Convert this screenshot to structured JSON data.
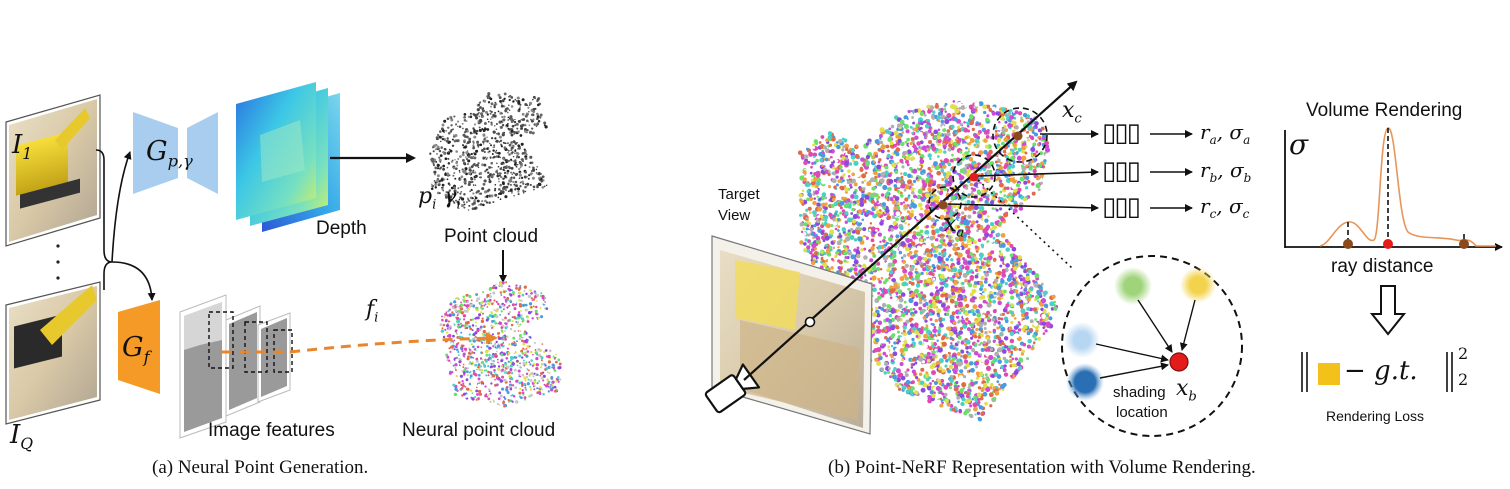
{
  "left_panel": {
    "input_image_top": "I",
    "input_image_top_sub": "1",
    "input_image_bottom": "I",
    "input_image_bottom_sub": "Q",
    "generator_p": "G",
    "generator_p_sub": "p,γ",
    "generator_f": "G",
    "generator_f_sub": "f",
    "depth_label": "Depth",
    "point_cloud_label": "Point cloud",
    "point_attrs_p": "p",
    "point_attrs_p_sub": "i",
    "point_attrs_gamma": "γ",
    "point_attrs_gamma_sub": "i",
    "feature_symbol": "f",
    "feature_symbol_sub": "i",
    "image_features_label": "Image features",
    "neural_point_cloud_label": "Neural point cloud",
    "caption": "(a) Neural Point Generation."
  },
  "right_panel": {
    "target_view_label": "Target\nView",
    "xc": "x",
    "xc_sub": "c",
    "xa": "x",
    "xa_sub": "a",
    "xb": "x",
    "xb_sub": "b",
    "mlp_glyph": "▯▯▯",
    "out_a": "r",
    "out_a_sub": "a",
    "out_a_sigma_sub": "a",
    "out_b": "r",
    "out_b_sub": "b",
    "out_b_sigma_sub": "b",
    "out_c": "r",
    "out_c_sub": "c",
    "out_c_sigma_sub": "c",
    "sigma_symbol": "σ",
    "shading_label_1": "shading",
    "shading_label_2": "location",
    "volume_rendering_title": "Volume Rendering",
    "ray_distance_label": "ray distance",
    "loss_gt": "− g.t.",
    "loss_exp": "2",
    "loss_sub": "2",
    "rendering_loss_label": "Rendering Loss",
    "caption": "(b) Point-NeRF Representation with Volume Rendering."
  },
  "colors": {
    "generator_blue": "#a9cdee",
    "generator_orange": "#f59a26",
    "feature_dash": "#e8862e",
    "sample_brown": "#8b4a1c",
    "sample_red": "#e31b1b",
    "curve_orange": "#e8955a",
    "loss_yellow": "#f2c21b",
    "neighbor_green": "#9fd47a",
    "neighbor_yellow": "#f3d24c",
    "neighbor_lightblue": "#a8cdee",
    "neighbor_blue": "#2a6fb3"
  }
}
